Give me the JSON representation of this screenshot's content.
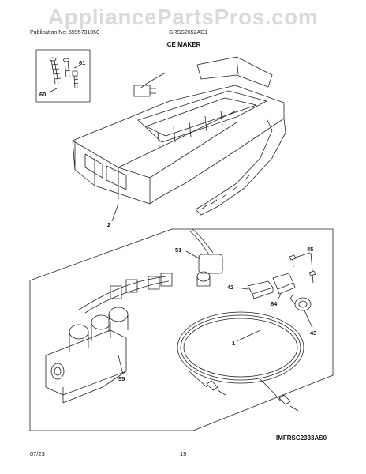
{
  "header": {
    "publication": "Publication No: 5995731050",
    "model": "GRSS2652AD1",
    "title": "ICE MAKER",
    "watermark": "AppliancePartsPros.com"
  },
  "callouts": {
    "c60": "60",
    "c61": "61",
    "c2": "2",
    "c51": "51",
    "c45": "45",
    "c42": "42",
    "c64": "64",
    "c43": "43",
    "c1": "1",
    "c55": "55"
  },
  "diagram_code": "IMFRSC2333AS0",
  "footer": {
    "date": "07/23",
    "page": "19"
  }
}
